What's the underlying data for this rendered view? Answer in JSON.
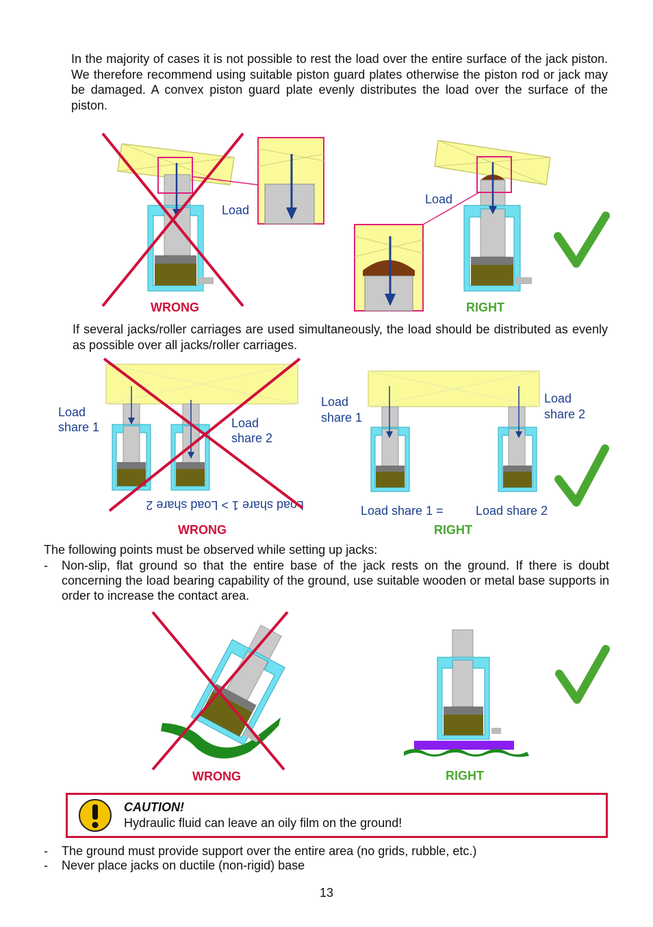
{
  "paragraphs": {
    "p1": "In the majority of cases it is not possible to rest the load over the entire surface of the jack piston. We therefore recommend using suitable piston guard plates otherwise the piston rod or jack may be damaged. A convex piston guard plate evenly distributes the load over the surface of the piston.",
    "p2": "If several jacks/roller carriages are used simultaneously, the load should be distributed as evenly as possible over all jacks/roller carriages.",
    "p3": "The following points must be observed while setting up jacks:"
  },
  "bullets": {
    "dash": "-",
    "b1": "Non-slip, flat ground so that the entire base of the jack rests on the ground. If there is doubt concerning the load bearing capability of the ground, use suitable wooden or metal base supports in order to increase the contact area.",
    "b2": "The ground must provide support over the entire area (no grids, rubble, etc.)",
    "b3": "Never place jacks on ductile (non-rigid) base"
  },
  "figure1": {
    "load_left": "Load",
    "load_right": "Load",
    "wrong": "WRONG",
    "right": "RIGHT"
  },
  "figure2": {
    "load": "Load",
    "share_1": "share 1",
    "share_2": "share 2",
    "wrong_caption": "Load share 1  >   Load share 2",
    "right_left": "Load share 1  =",
    "right_right": "Load share 2",
    "wrong": "WRONG",
    "right": "RIGHT"
  },
  "figure3": {
    "wrong": "WRONG",
    "right": "RIGHT"
  },
  "caution": {
    "title": "CAUTION!",
    "text": "Hydraulic fluid can leave an oily film on the ground!"
  },
  "page_number": "13",
  "colors": {
    "wrong_red": "#d0103a",
    "right_green": "#4aa832",
    "label_blue": "#1c3f8e",
    "jack_cyan": "#6fe0f0",
    "oil_olive": "#6b6414",
    "load_yellow": "#fafa9a",
    "magenta": "#e0207a",
    "base_purple": "#8a1ef0",
    "ground_green": "#1e8a1e"
  },
  "icons": {
    "check": "check-icon",
    "warning": "warning-icon",
    "cross": "cross-icon"
  }
}
